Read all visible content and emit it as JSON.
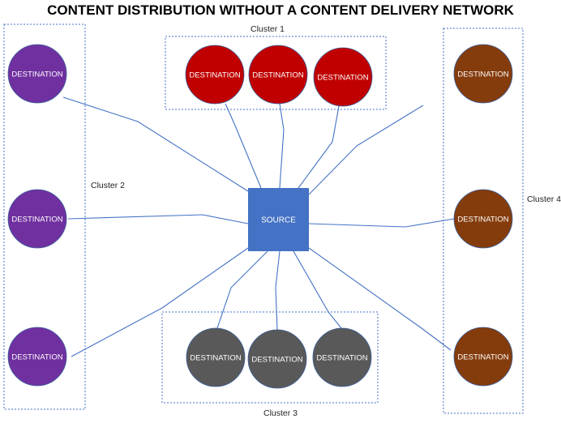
{
  "title": "CONTENT DISTRIBUTION WITHOUT A CONTENT DELIVERY NETWORK",
  "source": {
    "label": "SOURCE",
    "color": "#4472C4"
  },
  "clusters": [
    {
      "id": "c1",
      "label": "Cluster 1",
      "color": "#C00000",
      "nodes": [
        "DESTINATION",
        "DESTINATION",
        "DESTINATION"
      ]
    },
    {
      "id": "c2",
      "label": "Cluster 2",
      "color": "#7030A0",
      "nodes": [
        "DESTINATION",
        "DESTINATION",
        "DESTINATION"
      ]
    },
    {
      "id": "c3",
      "label": "Cluster 3",
      "color": "#595959",
      "nodes": [
        "DESTINATION",
        "DESTINATION",
        "DESTINATION"
      ]
    },
    {
      "id": "c4",
      "label": "Cluster 4",
      "color": "#843C0C",
      "nodes": [
        "DESTINATION",
        "DESTINATION",
        "DESTINATION"
      ]
    }
  ],
  "colors": {
    "line": "#4472C4",
    "frame": "#4472C4"
  }
}
